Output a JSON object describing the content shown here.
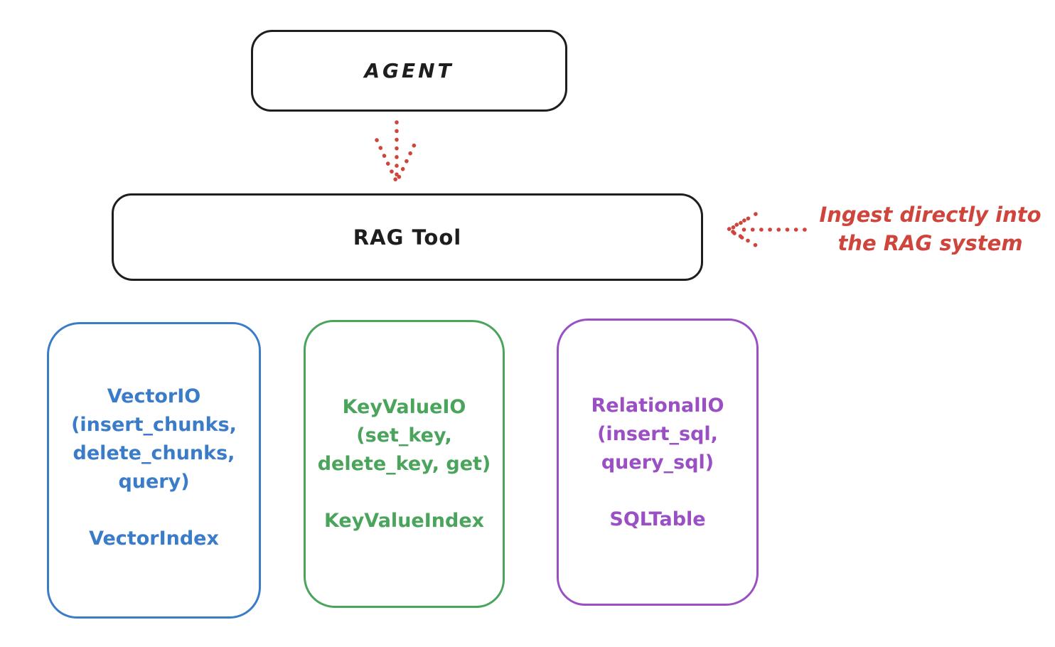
{
  "title": "RAG Tool architecture diagram",
  "colors": {
    "ink": "#1e1e1e",
    "red": "#cf453c",
    "blue": "#3b7cc9",
    "green": "#4aa45c",
    "purple": "#9b4fc4"
  },
  "nodes": {
    "agent": {
      "label": "AGENT"
    },
    "rag_tool": {
      "label": "RAG Tool"
    }
  },
  "annotation": {
    "line1": "Ingest directly into",
    "line2": "the RAG system"
  },
  "stores": [
    {
      "id": "vector-io",
      "color": "#3b7cc9",
      "lines": [
        "VectorIO",
        "(insert_chunks,",
        "delete_chunks,",
        "query)",
        "",
        "VectorIndex"
      ]
    },
    {
      "id": "keyvalue-io",
      "color": "#4aa45c",
      "lines": [
        "KeyValueIO",
        "(set_key,",
        "delete_key, get)",
        "",
        "KeyValueIndex"
      ]
    },
    {
      "id": "relational-io",
      "color": "#9b4fc4",
      "lines": [
        "RelationalIO",
        "(insert_sql,",
        "query_sql)",
        "",
        "SQLTable"
      ]
    }
  ],
  "arrows": [
    {
      "id": "agent-to-rag",
      "style": "dotted",
      "direction": "down"
    },
    {
      "id": "annotation-to-rag",
      "style": "dotted",
      "direction": "left"
    }
  ]
}
